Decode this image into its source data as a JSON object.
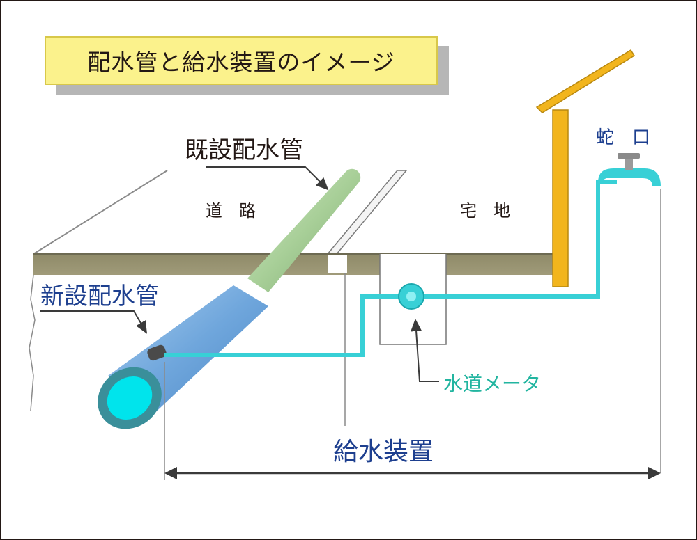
{
  "title": "配水管と給水装置のイメージ",
  "labels": {
    "existing_main": "既設配水管",
    "road": "道　路",
    "residential": "宅　地",
    "faucet": "蛇　口",
    "new_main": "新設配水管",
    "water_meter": "水道メータ",
    "supply_equipment": "給水装置"
  },
  "colors": {
    "frame": "#231815",
    "title_bg": "#fbf28c",
    "ground": "#bdb68f",
    "new_pipe": "#6fa8dc",
    "new_pipe_inner": "#00e0e8",
    "existing_pipe": "#a9cf9b",
    "service_line": "#38d0d6",
    "post": "#f2b51d",
    "label_blue": "#1d3f8f",
    "label_green": "#22b5a0"
  }
}
